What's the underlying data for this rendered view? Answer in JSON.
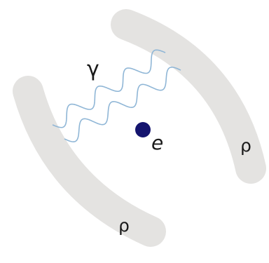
{
  "labels": {
    "photon": "γ",
    "electron": "e",
    "rho_right": "ρ",
    "rho_left": "ρ"
  },
  "colors": {
    "band": "#e4e3e1",
    "wave": "#8fb6d6",
    "electron": "#14146e",
    "text": "#1a1a1a"
  },
  "icons": {
    "photon_waves": "wavy-line",
    "electron": "filled-circle",
    "bands": "curved-band"
  }
}
